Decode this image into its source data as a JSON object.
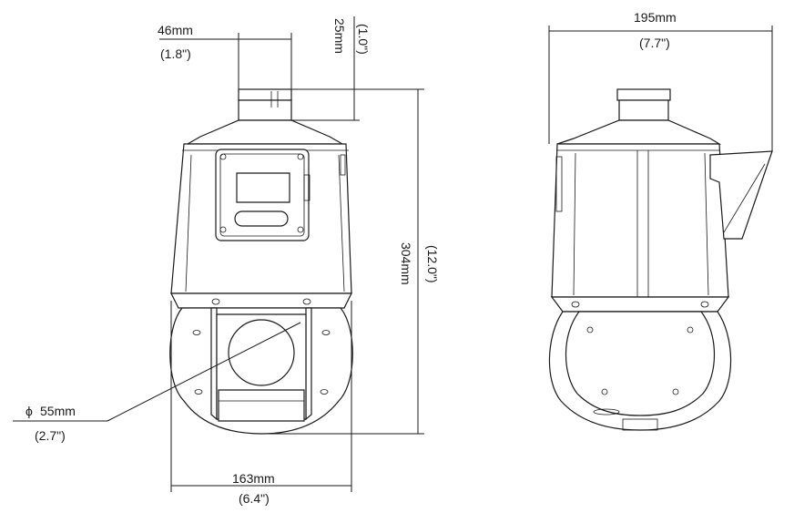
{
  "dimensions": {
    "mount_width": {
      "metric": "46mm",
      "imperial": "(1.8\")"
    },
    "mount_height": {
      "metric": "25mm",
      "imperial": "(1.0\")"
    },
    "total_height": {
      "metric": "304mm",
      "imperial": "(12.0\")"
    },
    "body_width": {
      "metric": "163mm",
      "imperial": "(6.4\")"
    },
    "window_diameter": {
      "symbol": "ϕ",
      "metric": "55mm",
      "imperial": "(2.7\")"
    },
    "side_depth": {
      "metric": "195mm",
      "imperial": "(7.7\")"
    }
  }
}
